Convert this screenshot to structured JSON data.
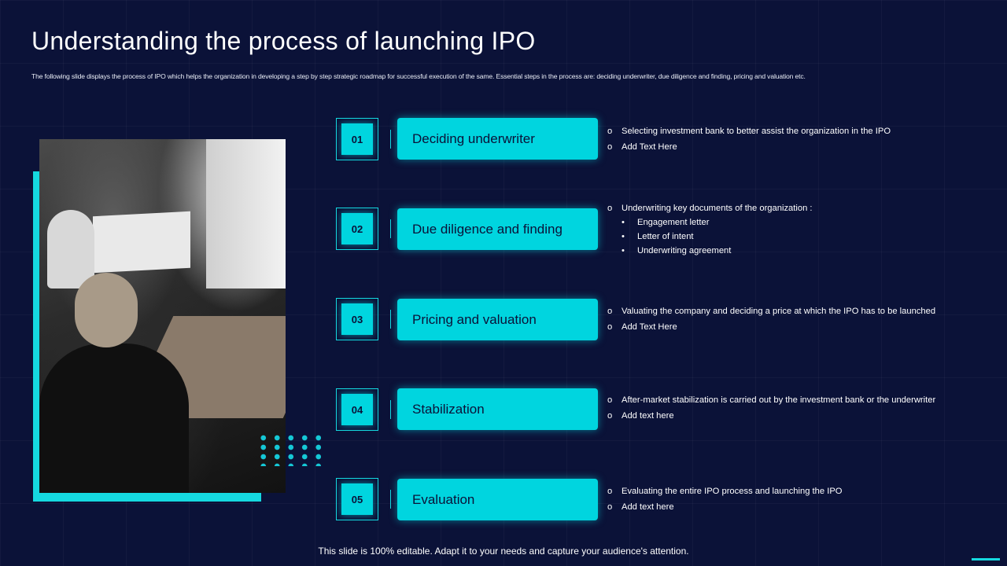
{
  "title": "Understanding  the process of launching IPO",
  "subtitle": "The following slide displays the process of IPO which helps the organization in developing a step by step strategic roadmap for successful execution of the same. Essential steps in the process are: deciding underwriter, due diligence and finding, pricing and valuation etc.",
  "steps": [
    {
      "number": "01",
      "label": "Deciding underwriter",
      "bullets": [
        "Selecting investment bank to better  assist the organization in the IPO",
        "Add Text Here"
      ],
      "sub_bullets": []
    },
    {
      "number": "02",
      "label": "Due diligence and finding",
      "bullets": [
        "Underwriting key documents of the organization :"
      ],
      "sub_bullets": [
        "Engagement  letter",
        "Letter  of intent",
        "Underwriting agreement"
      ]
    },
    {
      "number": "03",
      "label": "Pricing and valuation",
      "bullets": [
        "Valuating the company and deciding a price at which the IPO has to be launched",
        "Add Text Here"
      ],
      "sub_bullets": []
    },
    {
      "number": "04",
      "label": "Stabilization",
      "bullets": [
        "After-market stabilization is carried out by the investment bank or the  underwriter",
        "Add text here"
      ],
      "sub_bullets": []
    },
    {
      "number": "05",
      "label": "Evaluation",
      "bullets": [
        "Evaluating the entire IPO process and launching the IPO",
        "Add text here"
      ],
      "sub_bullets": []
    }
  ],
  "bullet_mark": "o",
  "sub_bullet_mark": "•",
  "footer": "This slide is 100% editable. Adapt it to your needs and capture your audience's attention.",
  "colors": {
    "background": "#0b1238",
    "accent": "#00d5df"
  }
}
